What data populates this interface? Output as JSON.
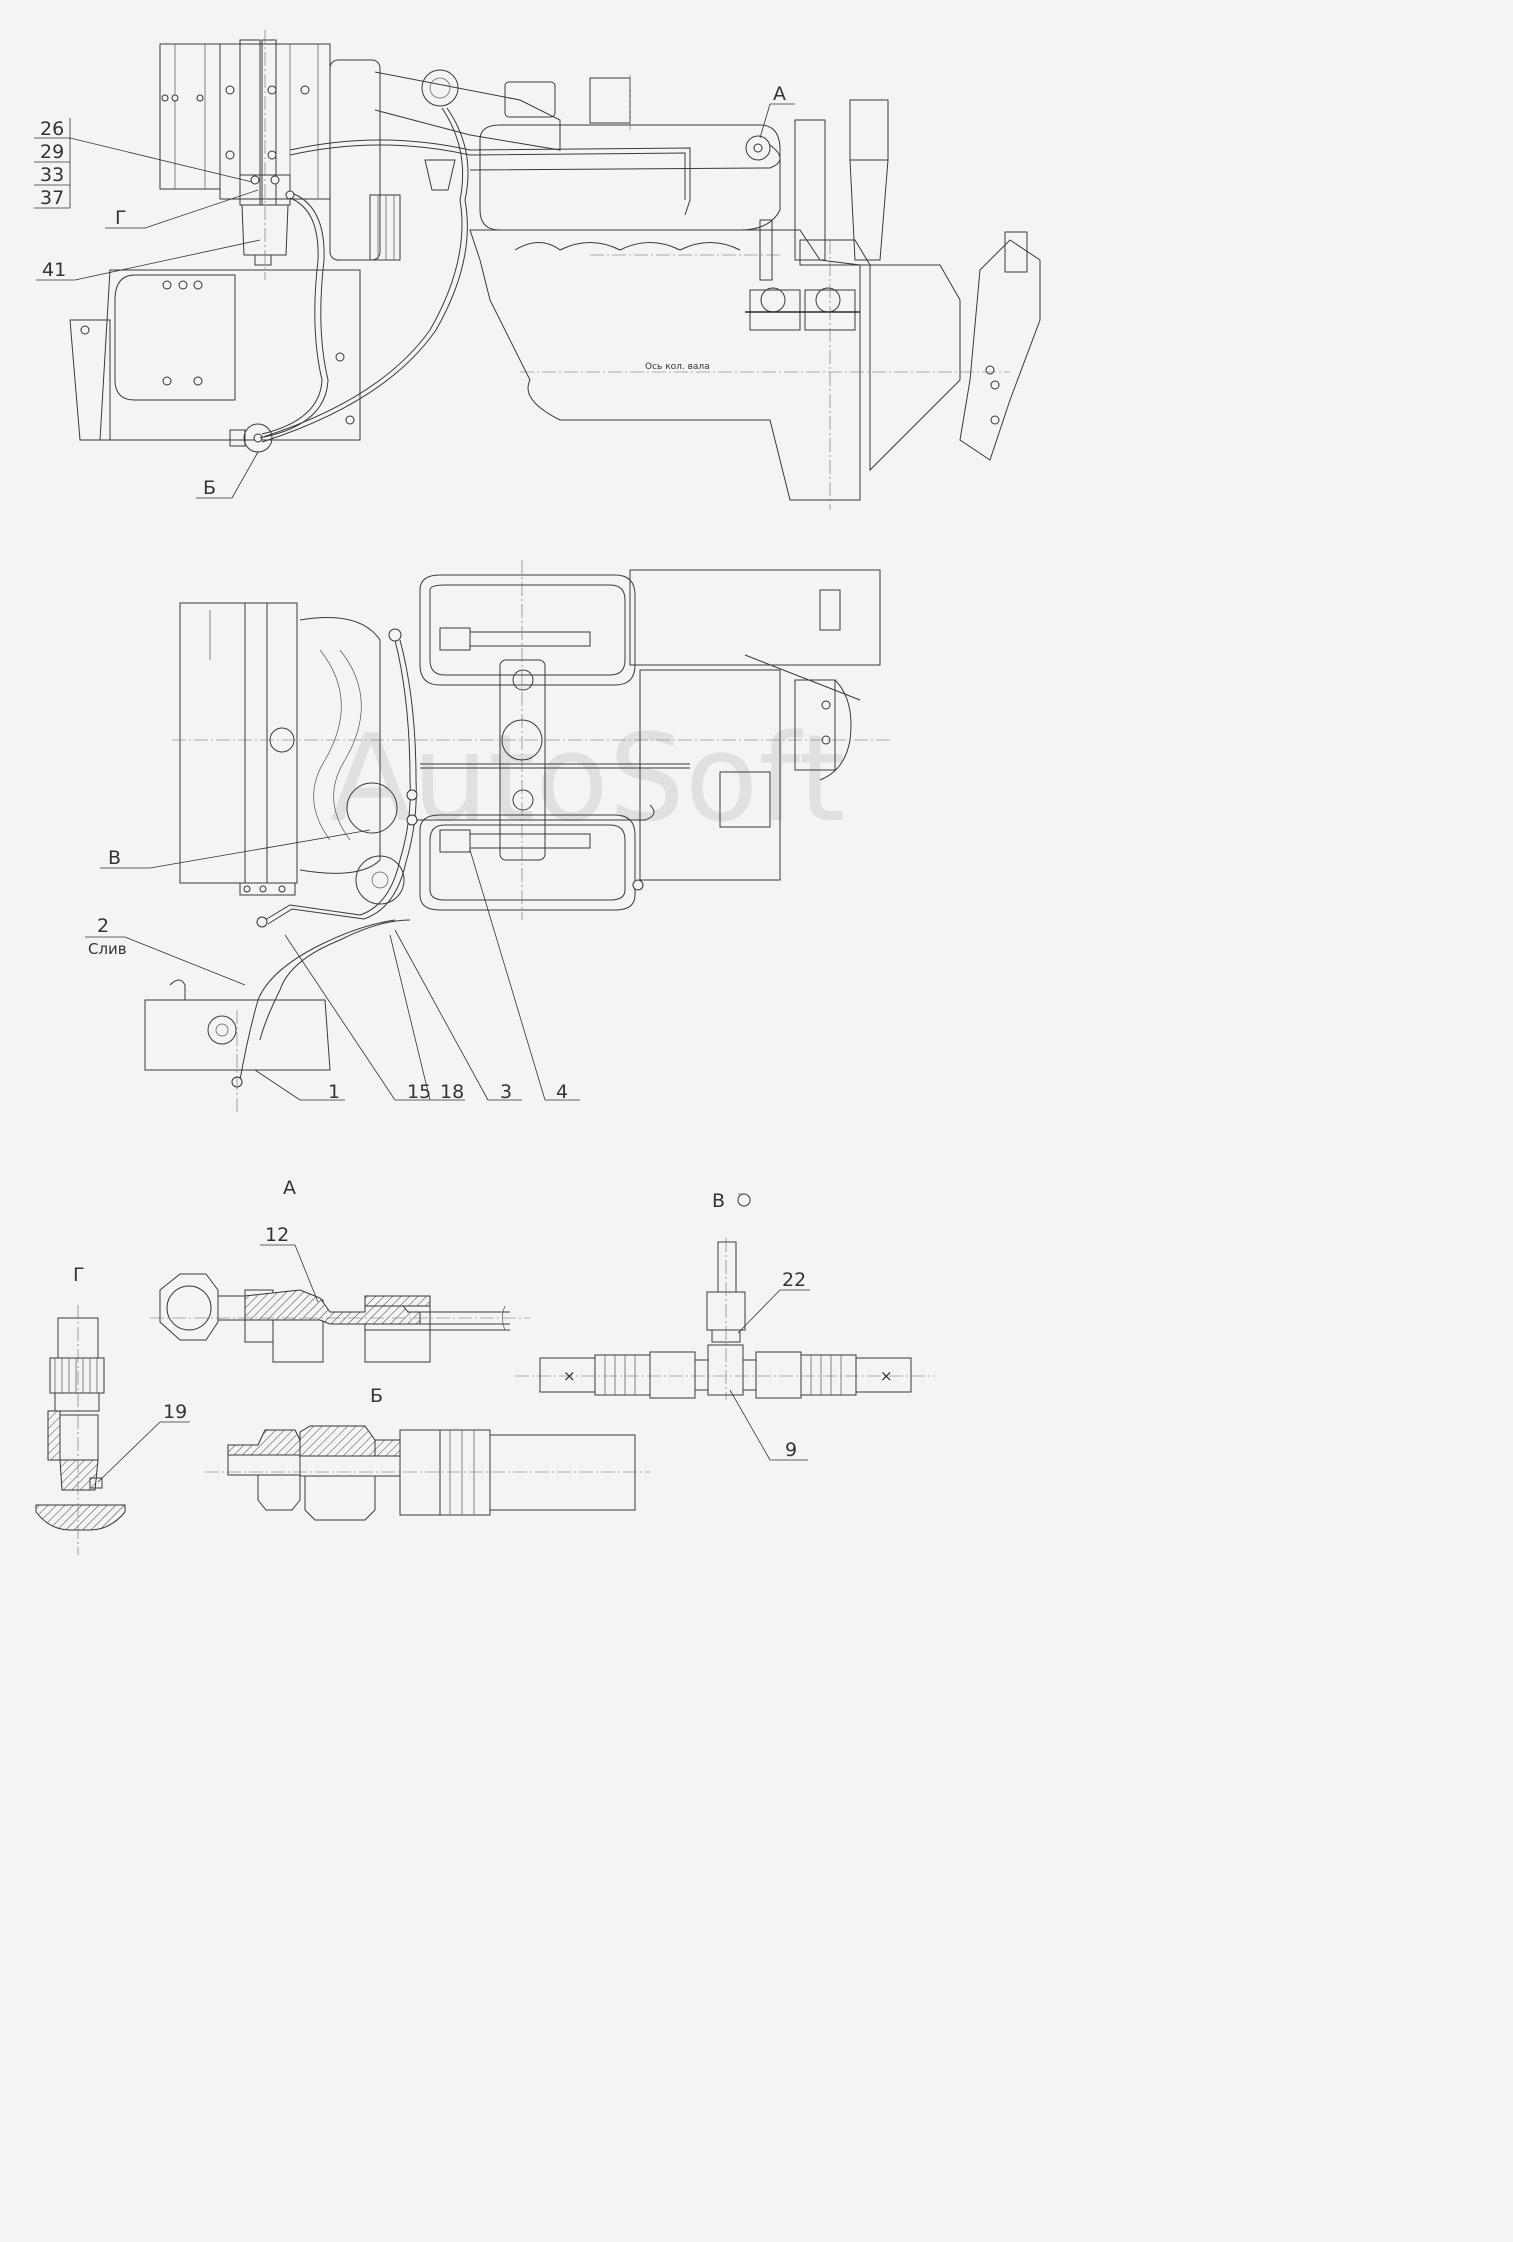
{
  "callouts": {
    "top": {
      "c26": "26",
      "c29": "29",
      "c33": "33",
      "c37": "37",
      "g": "Г",
      "c41": "41",
      "b": "Б",
      "a": "А",
      "axis": "Ось кол. вала"
    },
    "middle": {
      "v": "В",
      "c2": "2",
      "drain": "Слив",
      "c1": "1",
      "c15": "15",
      "c18": "18",
      "c3": "3",
      "c4": "4"
    },
    "details": {
      "view_a": "А",
      "c12": "12",
      "view_v": "В",
      "c22": "22",
      "c9": "9",
      "view_g": "Г",
      "c19": "19",
      "view_b": "Б"
    }
  },
  "watermark": "AutoSoft"
}
